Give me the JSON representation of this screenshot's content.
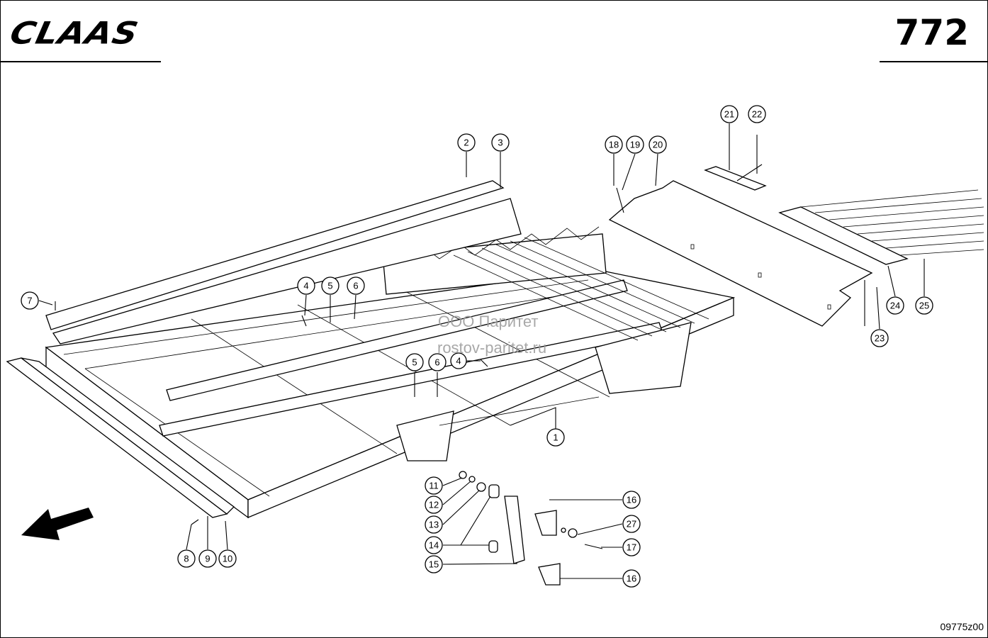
{
  "header": {
    "logo": "CLAAS",
    "page_number": "772"
  },
  "footer": {
    "drawing_code": "09775z00"
  },
  "watermark": {
    "line1": "ООО Паритет",
    "line2": "rostov-paritet.ru"
  },
  "callouts": [
    {
      "label": "1"
    },
    {
      "label": "2"
    },
    {
      "label": "3"
    },
    {
      "label": "4"
    },
    {
      "label": "5"
    },
    {
      "label": "6"
    },
    {
      "label": "7"
    },
    {
      "label": "4"
    },
    {
      "label": "5"
    },
    {
      "label": "6"
    },
    {
      "label": "8"
    },
    {
      "label": "9"
    },
    {
      "label": "10"
    },
    {
      "label": "11"
    },
    {
      "label": "12"
    },
    {
      "label": "13"
    },
    {
      "label": "14"
    },
    {
      "label": "15"
    },
    {
      "label": "16"
    },
    {
      "label": "27"
    },
    {
      "label": "17"
    },
    {
      "label": "16"
    },
    {
      "label": "18"
    },
    {
      "label": "19"
    },
    {
      "label": "20"
    },
    {
      "label": "21"
    },
    {
      "label": "22"
    },
    {
      "label": "23"
    },
    {
      "label": "24"
    },
    {
      "label": "25"
    }
  ]
}
